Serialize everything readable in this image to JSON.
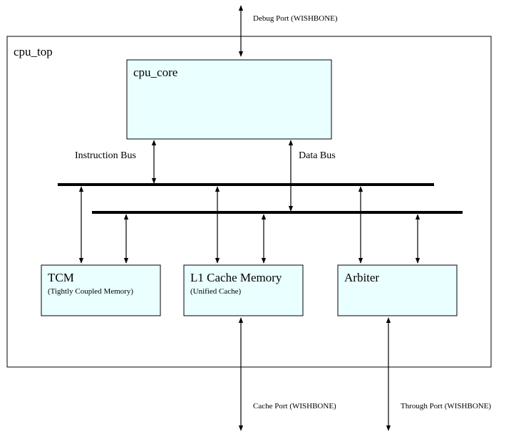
{
  "colors": {
    "module_fill": "#eaffff",
    "container_fill": "#ffffff",
    "stroke": "#000000"
  },
  "container": {
    "title": "cpu_top"
  },
  "core": {
    "title": "cpu_core"
  },
  "buses": {
    "instruction_label": "Instruction Bus",
    "data_label": "Data Bus"
  },
  "blocks": {
    "tcm": {
      "title": "TCM",
      "subtitle": "(Tightly Coupled Memory)"
    },
    "l1cache": {
      "title": "L1 Cache Memory",
      "subtitle": "(Unified Cache)"
    },
    "arbiter": {
      "title": "Arbiter"
    }
  },
  "ports": {
    "debug": "Debug Port  (WISHBONE)",
    "cache": "Cache Port  (WISHBONE)",
    "through": "Through Port  (WISHBONE)"
  }
}
